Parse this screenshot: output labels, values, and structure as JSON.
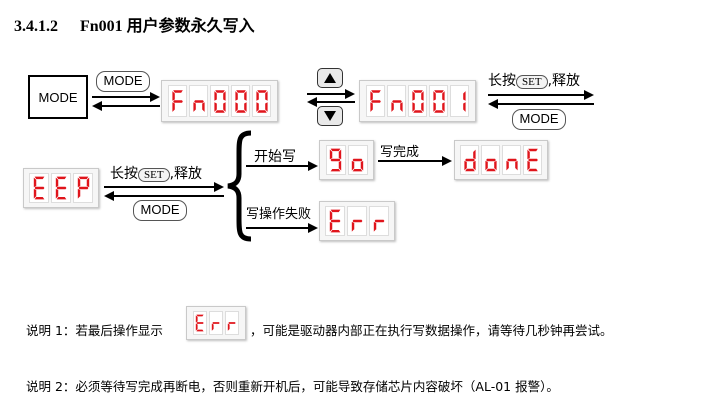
{
  "heading": {
    "number": "3.4.1.2",
    "title": "Fn001 用户参数永久写入"
  },
  "mode_key": "MODE",
  "mode_pill_top": "MODE",
  "mode_pill_right": "MODE",
  "mode_pill_left": "MODE",
  "set_key": "SET",
  "long_press": "长按",
  "release": "释放",
  "comma": ",",
  "start_write": "开始写",
  "write_done": "写完成",
  "write_fail": "写操作失败",
  "displays": {
    "fn000": "Fn000",
    "fn001": "Fn001",
    "eep": "EEP",
    "go": "go",
    "done": "donE",
    "err": "Err"
  },
  "notes": {
    "note1_prefix": "说明 1：若最后操作显示",
    "note1_suffix": "，可能是驱动器内部正在执行写数据操作，请等待几秒钟再尝试。",
    "note2": "说明 2：必须等待写完成再断电，否则重新开机后，可能导致存储芯片内容破坏（AL-01 报警）。"
  },
  "colors": {
    "segment": "#e0141b"
  }
}
